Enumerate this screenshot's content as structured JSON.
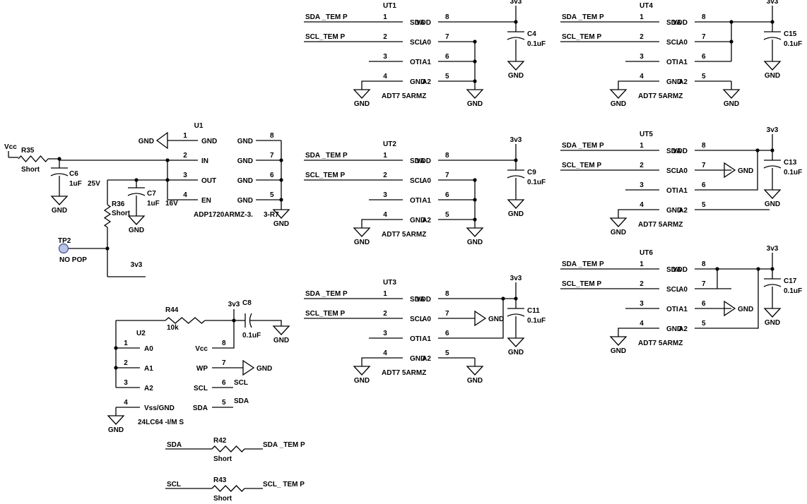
{
  "ic_u1": {
    "ref": "U1",
    "part": "ADP1720ARMZ-3.",
    "part_suffix": "3-R7",
    "pins": [
      {
        "num": "1",
        "name": "GND"
      },
      {
        "num": "2",
        "name": "IN"
      },
      {
        "num": "3",
        "name": "OUT"
      },
      {
        "num": "4",
        "name": "EN"
      },
      {
        "num": "8",
        "name": "GND"
      },
      {
        "num": "7",
        "name": "GND"
      },
      {
        "num": "6",
        "name": "GND"
      },
      {
        "num": "5",
        "name": "GND"
      }
    ]
  },
  "ic_u2": {
    "ref": "U2",
    "part": "24LC64 -I/M S",
    "pins": [
      {
        "num": "1",
        "name": "A0"
      },
      {
        "num": "2",
        "name": "A1"
      },
      {
        "num": "3",
        "name": "A2"
      },
      {
        "num": "4",
        "name": "Vss/GND"
      },
      {
        "num": "8",
        "name": "Vcc"
      },
      {
        "num": "7",
        "name": "WP"
      },
      {
        "num": "6",
        "name": "SCL"
      },
      {
        "num": "5",
        "name": "SDA"
      }
    ]
  },
  "temp_sensors": [
    {
      "ref": "UT1",
      "part": "ADT7 5ARMZ",
      "cap": "C4",
      "cap_val": "0.1uF",
      "net_sda": "SDA _TEM P",
      "net_scl": "SCL_TEM P",
      "pins": [
        {
          "num": "1",
          "name": "SDA"
        },
        {
          "num": "2",
          "name": "SCL"
        },
        {
          "num": "3",
          "name": "OTI"
        },
        {
          "num": "4",
          "name": "GND"
        },
        {
          "num": "8",
          "name": "VDD"
        },
        {
          "num": "7",
          "name": "A0"
        },
        {
          "num": "6",
          "name": "A1"
        },
        {
          "num": "5",
          "name": "A2"
        }
      ]
    },
    {
      "ref": "UT2",
      "part": "ADT7 5ARMZ",
      "cap": "C9",
      "cap_val": "0.1uF",
      "net_sda": "SDA _TEM P",
      "net_scl": "SCL_TEM P",
      "pins": [
        {
          "num": "1",
          "name": "SDA"
        },
        {
          "num": "2",
          "name": "SCL"
        },
        {
          "num": "3",
          "name": "OTI"
        },
        {
          "num": "4",
          "name": "GND"
        },
        {
          "num": "8",
          "name": "VDD"
        },
        {
          "num": "7",
          "name": "A0"
        },
        {
          "num": "6",
          "name": "A1"
        },
        {
          "num": "5",
          "name": "A2"
        }
      ]
    },
    {
      "ref": "UT3",
      "part": "ADT7 5ARMZ",
      "cap": "C11",
      "cap_val": "0.1uF",
      "net_sda": "SDA _TEM P",
      "net_scl": "SCL_TEM P",
      "pins": [
        {
          "num": "1",
          "name": "SDA"
        },
        {
          "num": "2",
          "name": "SCL"
        },
        {
          "num": "3",
          "name": "OTI"
        },
        {
          "num": "4",
          "name": "GND"
        },
        {
          "num": "8",
          "name": "VDD"
        },
        {
          "num": "7",
          "name": "A0"
        },
        {
          "num": "6",
          "name": "A1"
        },
        {
          "num": "5",
          "name": "A2"
        }
      ]
    },
    {
      "ref": "UT4",
      "part": "ADT7 5ARMZ",
      "cap": "C15",
      "cap_val": "0.1uF",
      "net_sda": "SDA _TEM P",
      "net_scl": "SCL_TEM P",
      "pins": [
        {
          "num": "1",
          "name": "SDA"
        },
        {
          "num": "2",
          "name": "SCL"
        },
        {
          "num": "3",
          "name": "OTI"
        },
        {
          "num": "4",
          "name": "GND"
        },
        {
          "num": "8",
          "name": "VDD"
        },
        {
          "num": "7",
          "name": "A0"
        },
        {
          "num": "6",
          "name": "A1"
        },
        {
          "num": "5",
          "name": "A2"
        }
      ]
    },
    {
      "ref": "UT5",
      "part": "ADT7 5ARMZ",
      "cap": "C13",
      "cap_val": "0.1uF",
      "net_sda": "SDA _TEM P",
      "net_scl": "SCL_TEM P",
      "pins": [
        {
          "num": "1",
          "name": "SDA"
        },
        {
          "num": "2",
          "name": "SCL"
        },
        {
          "num": "3",
          "name": "OTI"
        },
        {
          "num": "4",
          "name": "GND"
        },
        {
          "num": "8",
          "name": "VDD"
        },
        {
          "num": "7",
          "name": "A0"
        },
        {
          "num": "6",
          "name": "A1"
        },
        {
          "num": "5",
          "name": "A2"
        }
      ]
    },
    {
      "ref": "UT6",
      "part": "ADT7 5ARMZ",
      "cap": "C17",
      "cap_val": "0.1uF",
      "net_sda": "SDA _TEM P",
      "net_scl": "SCL_TEM P",
      "pins": [
        {
          "num": "1",
          "name": "SDA"
        },
        {
          "num": "2",
          "name": "SCL"
        },
        {
          "num": "3",
          "name": "OTI"
        },
        {
          "num": "4",
          "name": "GND"
        },
        {
          "num": "8",
          "name": "VDD"
        },
        {
          "num": "7",
          "name": "A0"
        },
        {
          "num": "6",
          "name": "A1"
        },
        {
          "num": "5",
          "name": "A2"
        }
      ]
    }
  ],
  "passives": {
    "r35": {
      "ref": "R35",
      "value": "Short"
    },
    "r36": {
      "ref": "R36",
      "value": "Short"
    },
    "r44": {
      "ref": "R44",
      "value": "10k"
    },
    "r42": {
      "ref": "R42",
      "value": "Short",
      "left_net": "SDA",
      "right_net": "SDA _TEM P"
    },
    "r43": {
      "ref": "R43",
      "value": "Short",
      "left_net": "SCL",
      "right_net": "SCL_ TEM P"
    },
    "c6": {
      "ref": "C6",
      "value": "1uF",
      "rating": "25V"
    },
    "c7": {
      "ref": "C7",
      "value": "1uF",
      "rating": "16V"
    },
    "c8": {
      "ref": "C8",
      "value": "0.1uF"
    }
  },
  "nets": {
    "vcc": "Vcc",
    "v3": "3v3",
    "gnd": "GND",
    "sda": "SDA",
    "scl": "SCL"
  },
  "testpoint": {
    "ref": "TP2",
    "note": "NO POP"
  },
  "colors": {
    "ink": "#000000",
    "testpoint_fill": "#b8c4e8",
    "testpoint_stroke": "#44508a"
  }
}
